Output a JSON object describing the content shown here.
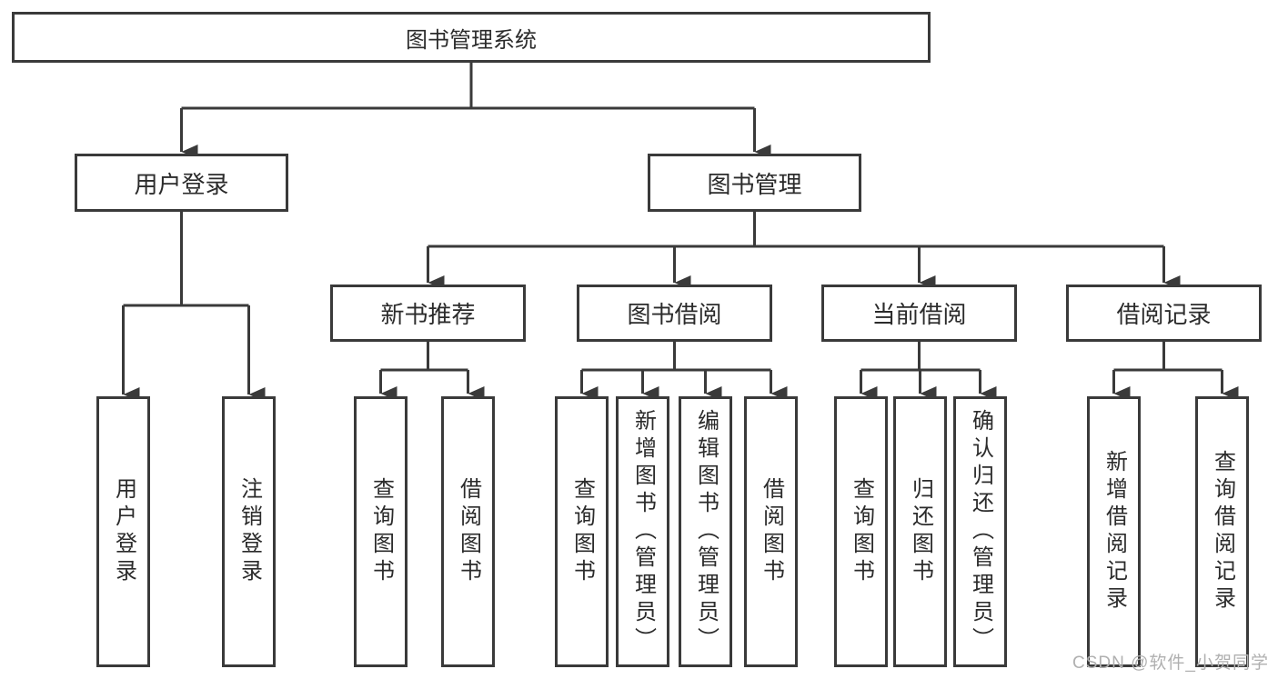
{
  "tree": {
    "root": "图书管理系统",
    "branches": [
      {
        "label": "用户登录",
        "children": [
          "用户登录",
          "注销登录"
        ]
      },
      {
        "label": "图书管理",
        "groups": [
          {
            "label": "新书推荐",
            "children": [
              "查询图书",
              "借阅图书"
            ]
          },
          {
            "label": "图书借阅",
            "children": [
              "查询图书",
              "新增图书（管理员）",
              "编辑图书（管理员）",
              "借阅图书"
            ]
          },
          {
            "label": "当前借阅",
            "children": [
              "查询图书",
              "归还图书",
              "确认归还（管理员）"
            ]
          },
          {
            "label": "借阅记录",
            "children": [
              "新增借阅记录",
              "查询借阅记录"
            ]
          }
        ]
      }
    ],
    "watermark": "CSDN @软件_小贺同学"
  },
  "colors": {
    "line": "#3a3a3a",
    "text": "#2b2b2b",
    "watermark": "#b0b0b0",
    "background": "#ffffff"
  }
}
